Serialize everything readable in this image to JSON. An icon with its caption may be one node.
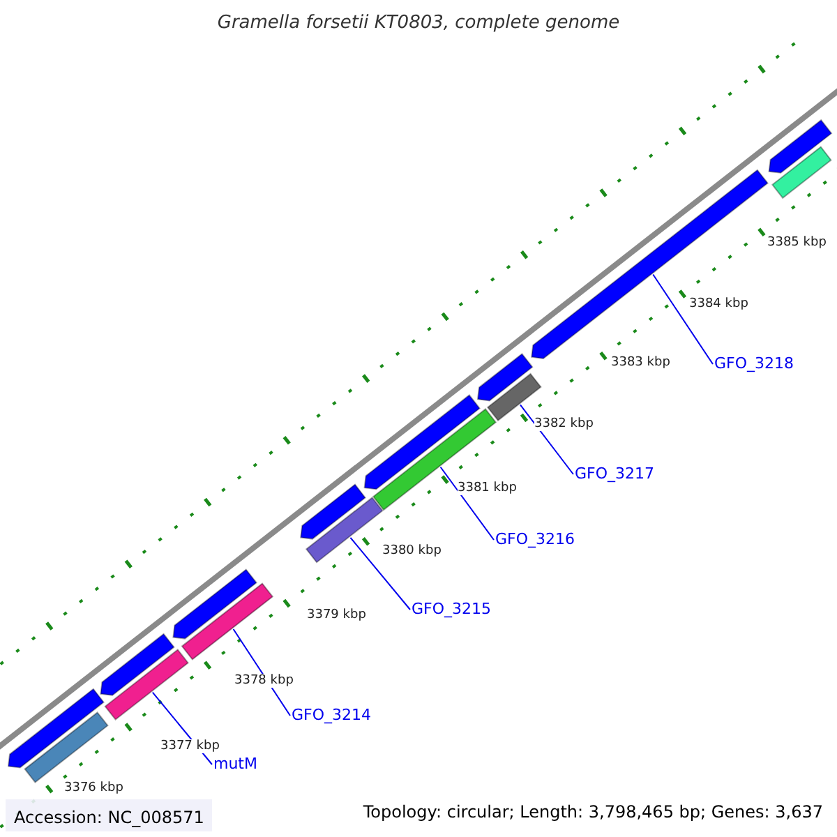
{
  "diagram": {
    "title": "Gramella forsetii KT0803, complete genome",
    "nodes": [
      {
        "text": [
          "mutM"
        ]
      },
      {
        "text": [
          "GFO_3214"
        ]
      },
      {
        "text": [
          "GFO_3215"
        ]
      },
      {
        "text": [
          "GFO_3216"
        ]
      },
      {
        "text": [
          "GFO_3217"
        ]
      },
      {
        "text": [
          "GFO_3218"
        ]
      },
      {
        "text": [],
        "shape": "bar"
      },
      {
        "text": [],
        "shape": "pentagon"
      },
      {
        "text": [],
        "shape": "bar"
      },
      {
        "text": [],
        "shape": "pentagon"
      },
      {
        "text": [],
        "shape": "pentagon"
      },
      {
        "text": [],
        "shape": "bar"
      },
      {
        "text": [],
        "shape": "bar"
      },
      {
        "text": [],
        "shape": "pentagon"
      },
      {
        "text": [],
        "shape": "pentagon"
      },
      {
        "text": [],
        "shape": "bar"
      },
      {
        "text": [],
        "shape": "pentagon"
      },
      {
        "text": [],
        "shape": "bar"
      },
      {
        "text": [],
        "shape": "pentagon"
      },
      {
        "text": [],
        "shape": "bar"
      },
      {
        "text": [],
        "shape": "pentagon"
      }
    ],
    "edges": [
      {
        "from": 0,
        "to": 8,
        "arrow": "none"
      },
      {
        "from": 1,
        "to": 11,
        "arrow": "none"
      },
      {
        "from": 2,
        "to": 12,
        "arrow": "none"
      },
      {
        "from": 3,
        "to": 15,
        "arrow": "none"
      },
      {
        "from": 4,
        "to": 17,
        "arrow": "none"
      },
      {
        "from": 5,
        "to": 18,
        "arrow": "none"
      }
    ],
    "labels": [
      "3385 kbp",
      "3384 kbp",
      "3383 kbp",
      "3382 kbp",
      "3381 kbp",
      "3380 kbp",
      "3379 kbp",
      "3378 kbp",
      "3377 kbp",
      "3376 kbp",
      "Accession: NC_008571",
      "Topology: circular; Length: 3,798,465 bp; Genes: 3,637"
    ]
  }
}
